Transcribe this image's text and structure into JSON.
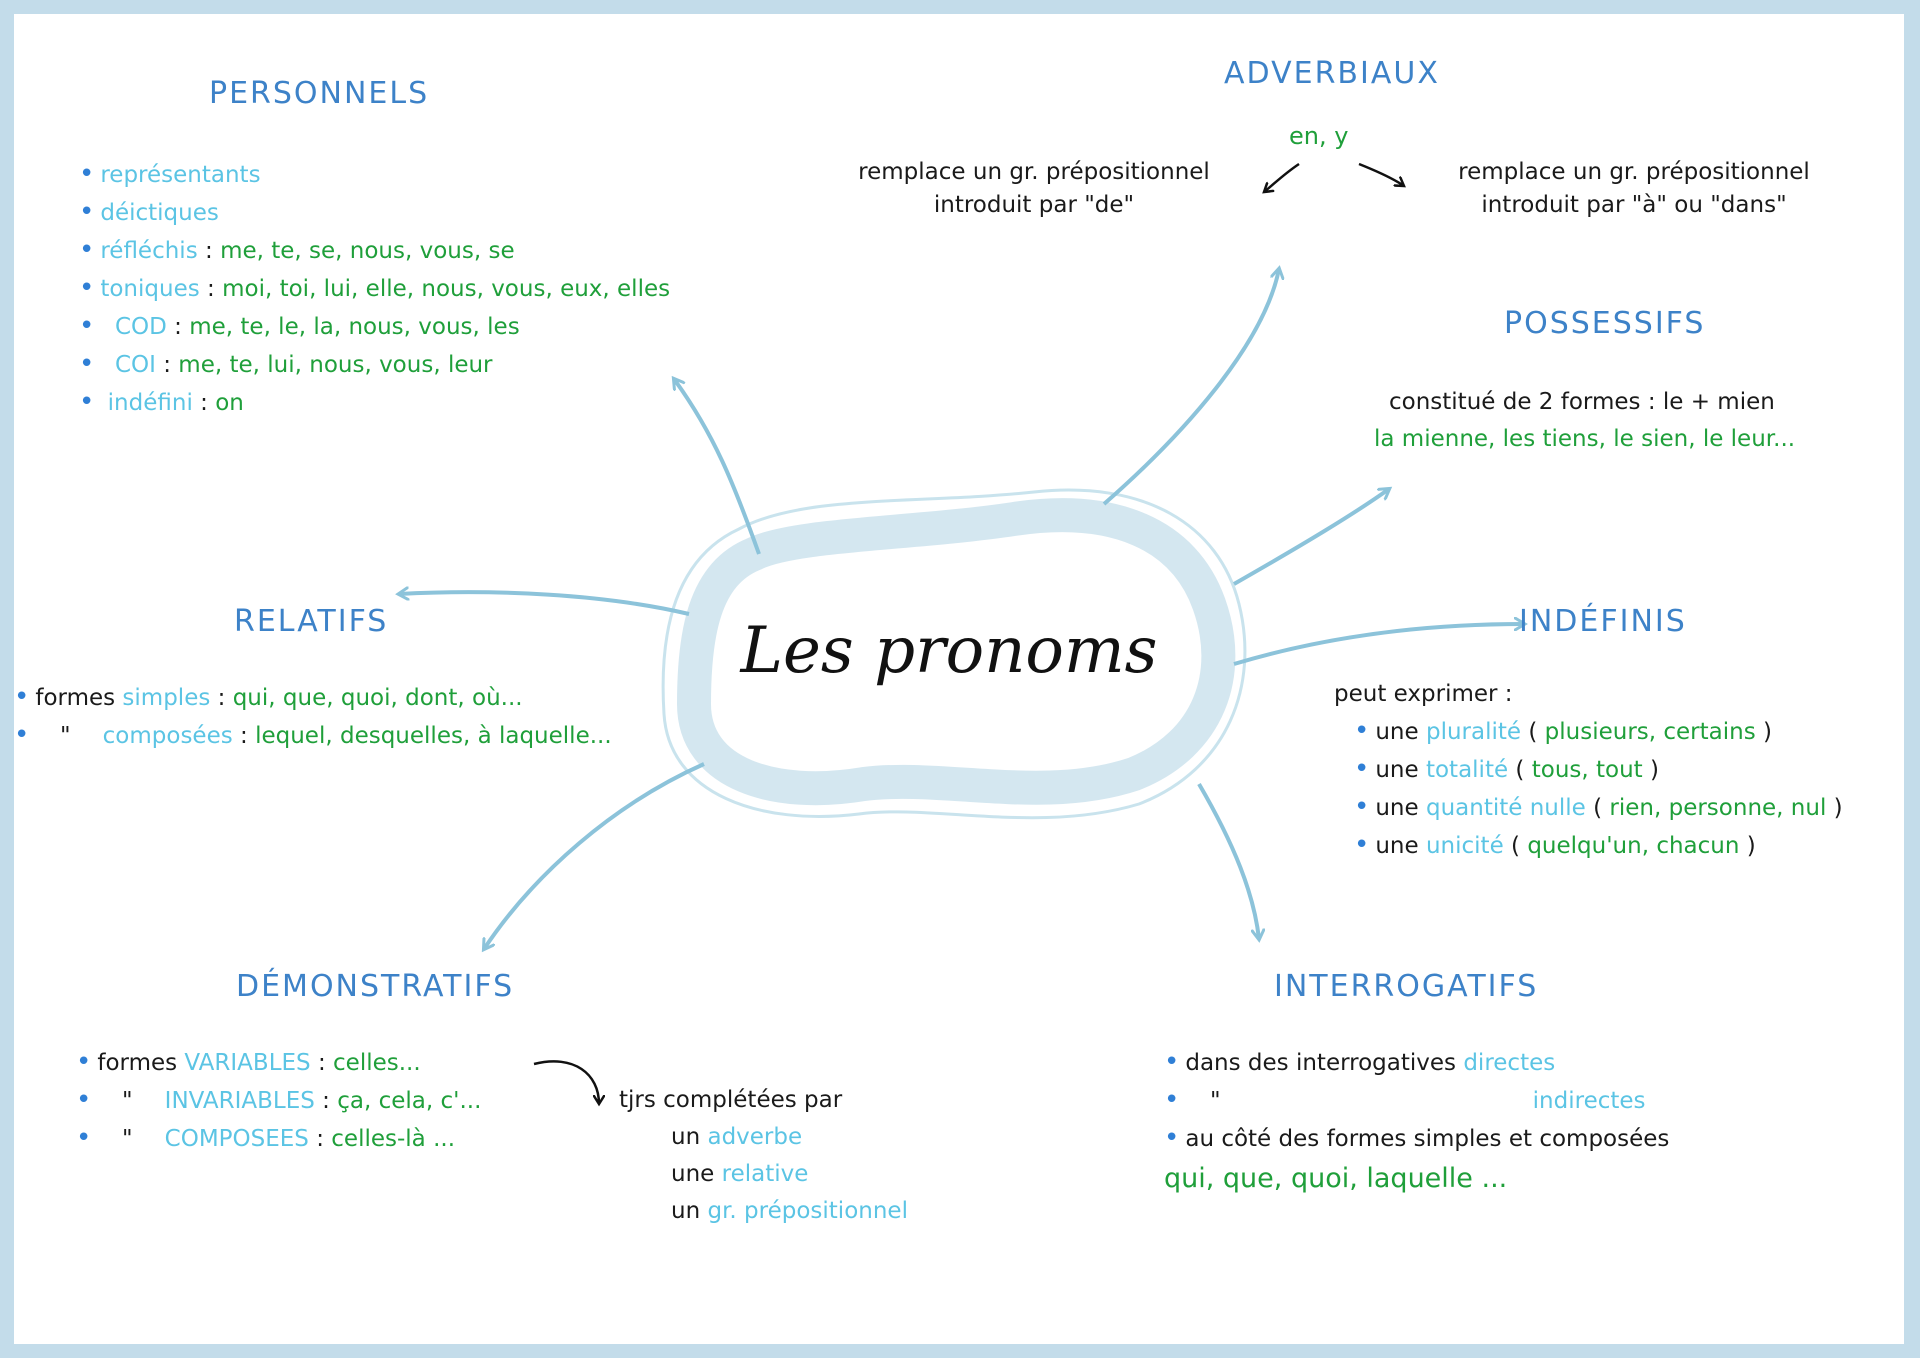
{
  "center": {
    "title": "Les pronoms"
  },
  "colors": {
    "label": "#5bc4e4",
    "example": "#1f9f3a",
    "heading": "#3d82c8",
    "arrow": "#8cc3da",
    "blob": "#cfe4ee"
  },
  "personnels": {
    "title": "PERSONNELS",
    "items": [
      {
        "label": "représentants",
        "values": ""
      },
      {
        "label": "déictiques",
        "values": ""
      },
      {
        "label": "réfléchis",
        "values": "me, te, se, nous, vous, se"
      },
      {
        "label": "toniques",
        "values": "moi, toi, lui, elle, nous, vous, eux, elles"
      },
      {
        "label": "COD",
        "values": "me, te, le, la, nous, vous, les"
      },
      {
        "label": "COI",
        "values": "me, te, lui, nous, vous, leur"
      },
      {
        "label": "indéfini",
        "values": "on"
      }
    ]
  },
  "adverbiaux": {
    "title": "ADVERBIAUX",
    "en_y": "en, y",
    "left": {
      "line1": "remplace un gr. prépositionnel",
      "line2": "introduit par \"de\""
    },
    "right": {
      "line1": "remplace un gr. prépositionnel",
      "line2": "introduit par \"à\" ou \"dans\""
    }
  },
  "possessifs": {
    "title": "POSSESSIFS",
    "line1": "constitué de 2 formes : le + mien",
    "line2": "la mienne, les tiens, le sien, le leur..."
  },
  "relatifs": {
    "title": "RELATIFS",
    "row1": {
      "prefix": "formes",
      "label": "simples",
      "values": "qui, que, quoi, dont, où..."
    },
    "row2": {
      "prefix": "\"",
      "label": "composées",
      "values": "lequel, desquelles, à laquelle..."
    }
  },
  "indefinis": {
    "title": "INDÉFINIS",
    "intro": "peut exprimer :",
    "items": [
      {
        "prefix": "une",
        "label": "pluralité",
        "values": "plusieurs, certains"
      },
      {
        "prefix": "une",
        "label": "totalité",
        "values": "tous, tout"
      },
      {
        "prefix": "une",
        "label": "quantité nulle",
        "values": "rien, personne, nul"
      },
      {
        "prefix": "une",
        "label": "unicité",
        "values": "quelqu'un, chacun"
      }
    ]
  },
  "demonstratifs": {
    "title": "DÉMONSTRATIFS",
    "rows": [
      {
        "prefix": "formes",
        "label": "VARIABLES",
        "values": "celles..."
      },
      {
        "prefix": "\"",
        "label": "INVARIABLES",
        "values": "ça, cela, c'..."
      },
      {
        "prefix": "\"",
        "label": "COMPOSEES",
        "values": "celles-là ..."
      }
    ],
    "note": "tjrs complétées par",
    "completions": [
      {
        "prefix": "un",
        "label": "adverbe"
      },
      {
        "prefix": "une",
        "label": "relative"
      },
      {
        "prefix": "un",
        "label": "gr. prépositionnel"
      }
    ]
  },
  "interrogatifs": {
    "title": "INTERROGATIFS",
    "row1": {
      "text": "dans des interrogatives",
      "label": "directes"
    },
    "row2": {
      "ditto": "\"",
      "label": "indirectes"
    },
    "row3": {
      "text": "au côté des formes simples et composées"
    },
    "examples": "qui, que, quoi, laquelle ..."
  }
}
